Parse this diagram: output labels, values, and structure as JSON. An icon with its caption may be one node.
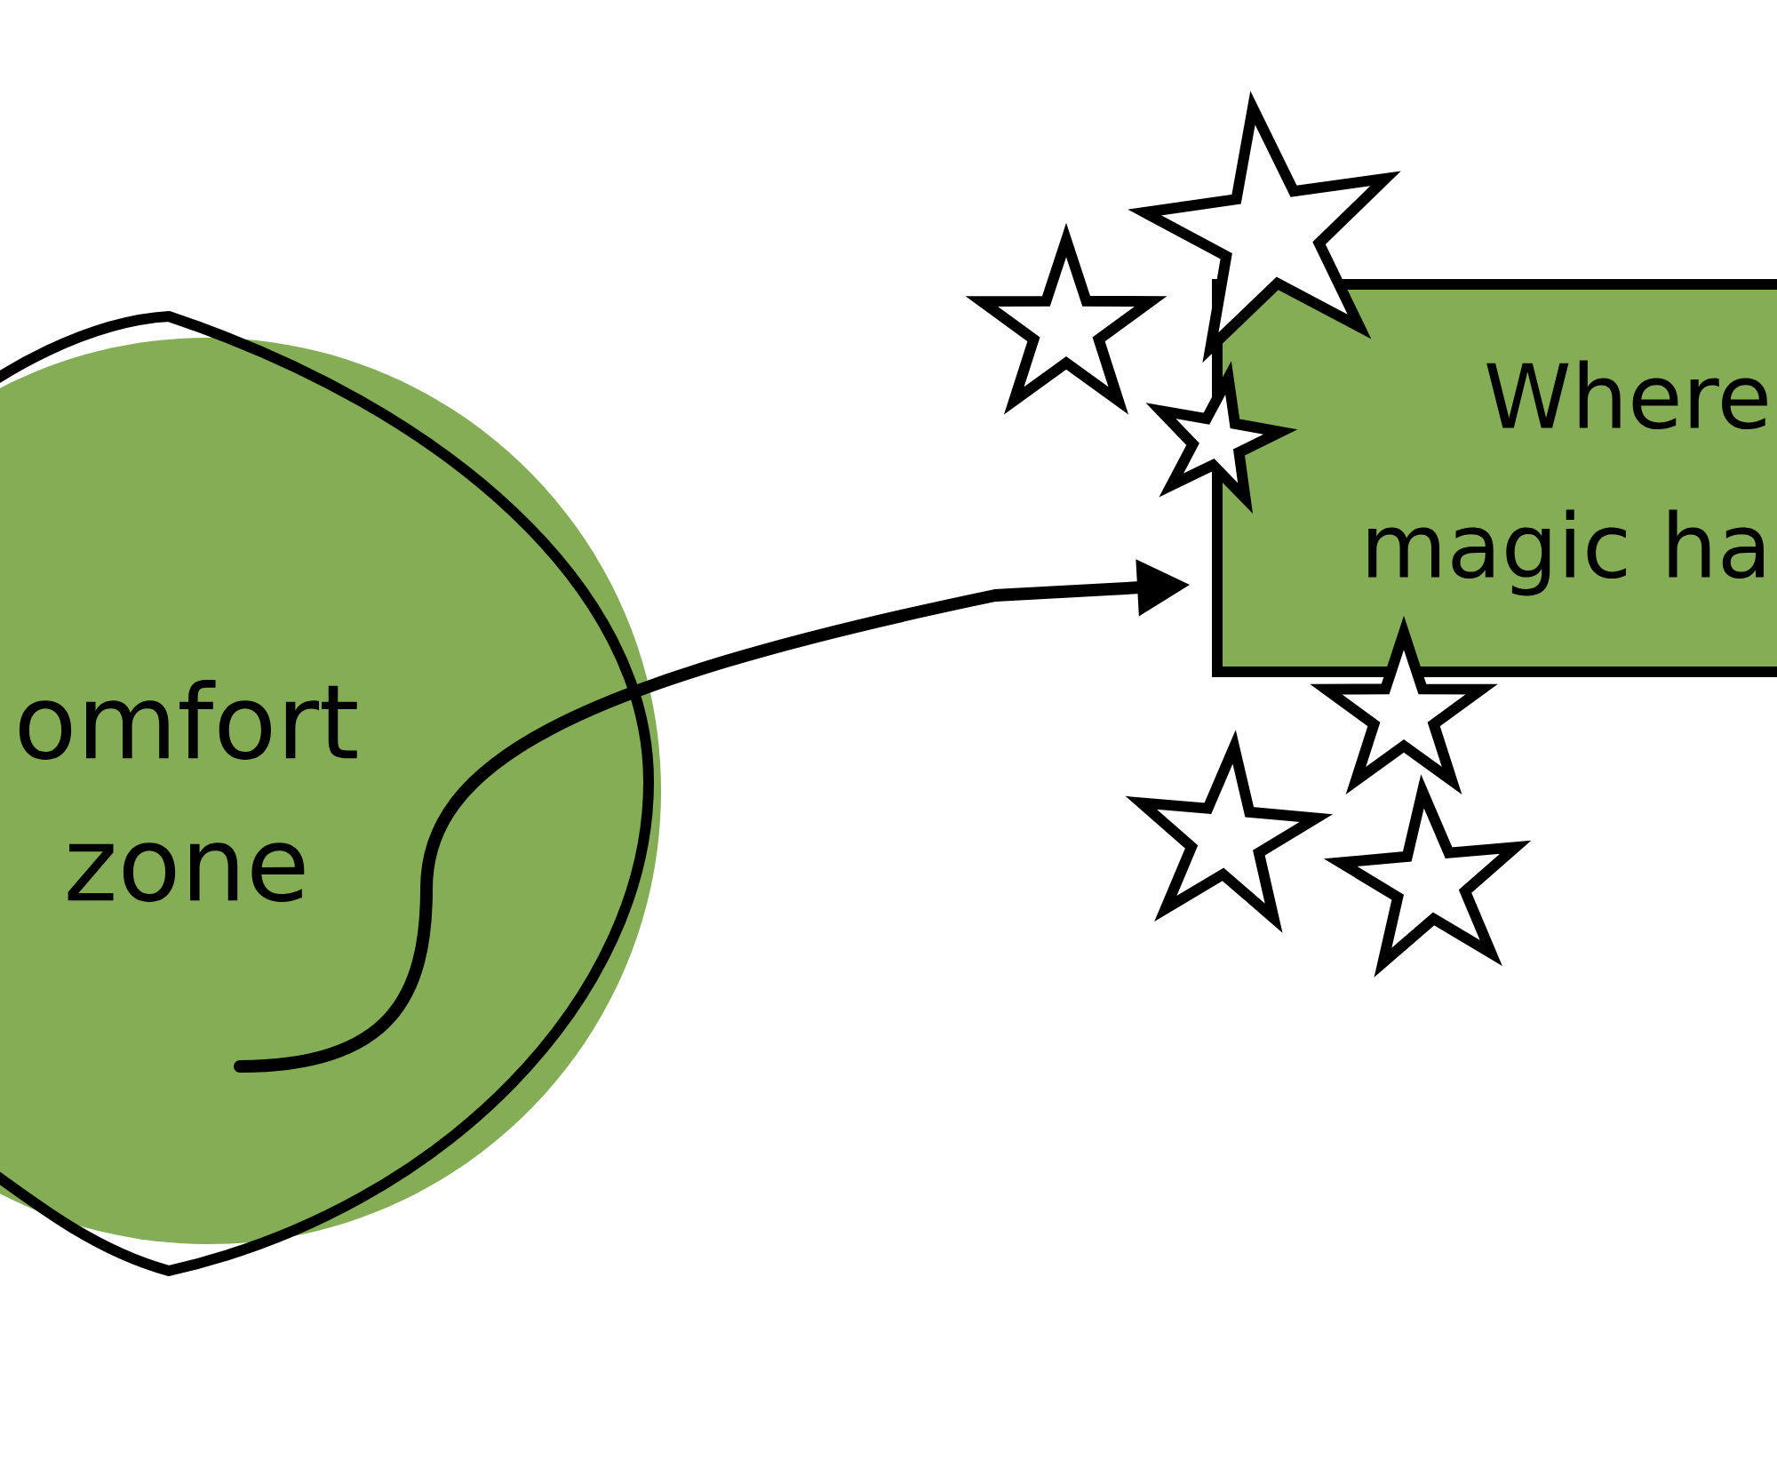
{
  "diagram": {
    "nodes": [
      {
        "text": [
          "omfort zone"
        ]
      },
      {
        "text": [
          "Where magic ha"
        ]
      }
    ],
    "edges": [
      {
        "from": 0,
        "to": 1,
        "arrow": "to"
      }
    ]
  }
}
